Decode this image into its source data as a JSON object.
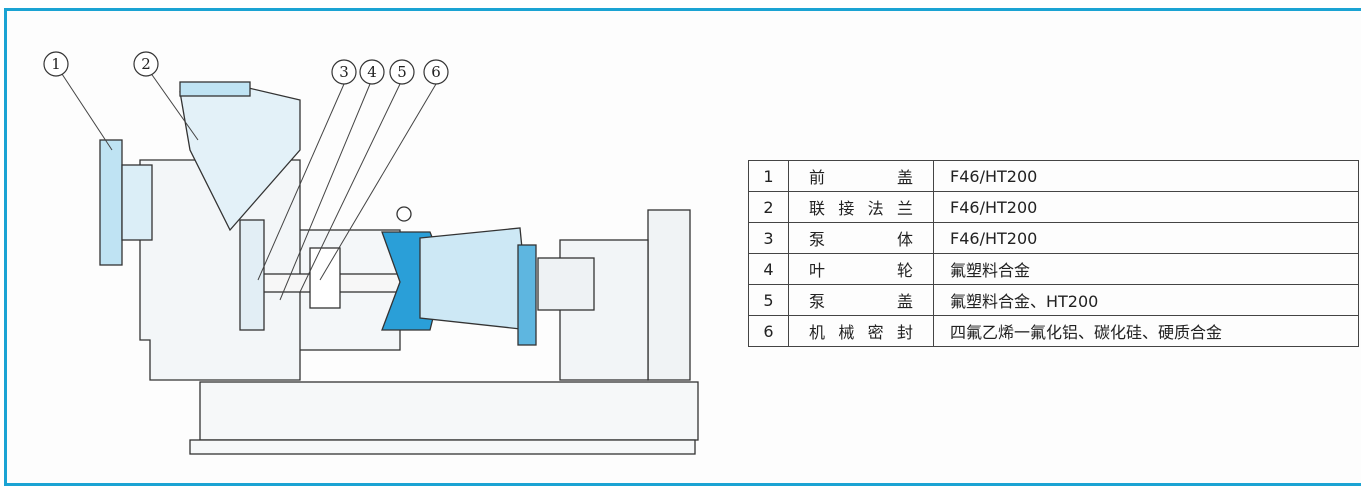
{
  "frame_color": "#1aa3d3",
  "callouts": [
    "1",
    "2",
    "3",
    "4",
    "5",
    "6"
  ],
  "parts": [
    {
      "no": "1",
      "name": "前盖",
      "material": "F46/HT200"
    },
    {
      "no": "2",
      "name": "联接法兰",
      "material": "F46/HT200"
    },
    {
      "no": "3",
      "name": "泵体",
      "material": "F46/HT200"
    },
    {
      "no": "4",
      "name": "叶轮",
      "material": "氟塑料合金"
    },
    {
      "no": "5",
      "name": "泵盖",
      "material": "氟塑料合金、HT200"
    },
    {
      "no": "6",
      "name": "机械密封",
      "material": "四氟乙烯一氟化铝、碳化硅、硬质合金"
    }
  ]
}
